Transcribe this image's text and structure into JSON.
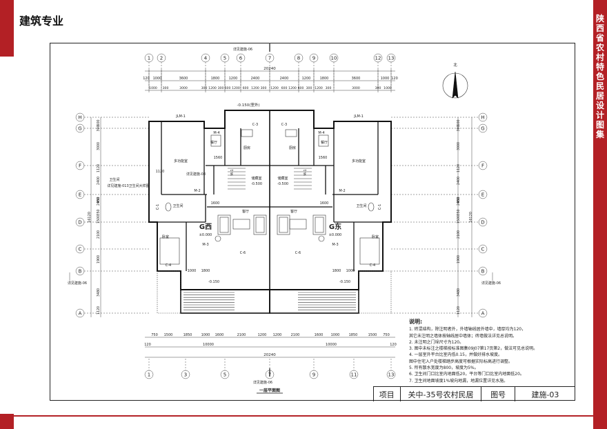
{
  "header": {
    "title": "建筑专业"
  },
  "side_title": [
    "陕",
    "西",
    "省",
    "农",
    "村",
    "特",
    "色",
    "民",
    "居",
    "设",
    "计",
    "图",
    "集"
  ],
  "drawing": {
    "plan_title": "一层平面图",
    "top_ref": "详见建施-06",
    "bottom_ref": "详见建施-06",
    "left_ref": "详见建施-06",
    "right_ref": "详见建施-06",
    "north_label": "北",
    "top_axes": [
      "1",
      "2",
      "4",
      "5",
      "6",
      "7",
      "8",
      "9",
      "10",
      "12",
      "13"
    ],
    "bottom_axes": [
      "1",
      "3",
      "5",
      "7",
      "9",
      "11",
      "13"
    ],
    "side_axes": [
      "H",
      "G",
      "F",
      "E",
      "D",
      "C",
      "B",
      "A"
    ],
    "total_width": "20240",
    "top_dims_1": [
      "120",
      "1000",
      "3600",
      "1800",
      "1200",
      "2400",
      "2400",
      "1200",
      "1800",
      "3600",
      "1000",
      "120"
    ],
    "top_dims_2": [
      "1000",
      "300",
      "3000",
      "300",
      "1200",
      "300",
      "600",
      "1200",
      "600",
      "1200",
      "300",
      "1200",
      "600",
      "1200",
      "600",
      "300",
      "1200",
      "300",
      "3000",
      "300",
      "1000"
    ],
    "bottom_dims_1": [
      "750",
      "1500",
      "1850",
      "1000",
      "1600",
      "2100",
      "1200",
      "1200",
      "2100",
      "1600",
      "1000",
      "1850",
      "1500",
      "750"
    ],
    "bottom_dims_2": [
      "120",
      "10000",
      "10000",
      "120"
    ],
    "left_dims": [
      "600",
      "300",
      "3000",
      "1120",
      "2400",
      "2400",
      "950",
      "350",
      "1500",
      "2100",
      "1900",
      "3480",
      "1120"
    ],
    "left_total": "16120",
    "rooms": {
      "master_bed": "卧室",
      "multi_room": "多功能室",
      "dining": "餐厅",
      "kitchen": "厨房",
      "storage": "储藏室",
      "living": "客厅",
      "wc": "卫生间",
      "level_m0150_top": "-0.150(室外)",
      "level_m0500": "-0.500",
      "level_0000": "±0.000",
      "level_m0150": "-0.150",
      "unit_west": "G西",
      "unit_east": "G东"
    },
    "labels": {
      "jlm": "JLM-1",
      "m4": "M-4",
      "m1": "M-1",
      "m2": "M-2",
      "m3": "M-3",
      "c1": "C-1",
      "c3": "C-3",
      "c4": "C-4",
      "c6": "C-6",
      "stair_ref": "详见建施-08",
      "wc_ref": "卫生间",
      "wc_ref2": "详见建施-013卫生间大样图",
      "dim_1120": "1120",
      "dim_1560": "1560",
      "dim_1600": "1600",
      "dim_1800": "1800",
      "dim_1000": "1000"
    }
  },
  "notes": {
    "title": "说明:",
    "items": [
      "1. 砖混结构，除注明者外，外墙轴线居外墙中，墙厚均为120，",
      "   其它未注明之墙体按轴线居中墙体；砖墙做法详见总说明。",
      "2. 未注明之门垛尺寸为120。",
      "3. 图中未标注之楼梯按标准图集09J07第17页第2，做法可见总说明。",
      "4. 一层室外平台比室内低0.15，并做好排水坡度。",
      "   图中住宅入户处楼梯踏步高度可根据实际标高进行调整。",
      "5. 所有散水宽度为800，坡度为5%。",
      "6. 卫生间门口比室内地面低20，平台等门口比室内地面低20。",
      "7. 卫生间地面坡度1%坡向地漏，地漏位置详见水施。"
    ]
  },
  "titleblock": {
    "project_label": "项目",
    "project_name": "关中-35号农村民居",
    "drawing_no_label": "图号",
    "drawing_no": "建施-03"
  }
}
